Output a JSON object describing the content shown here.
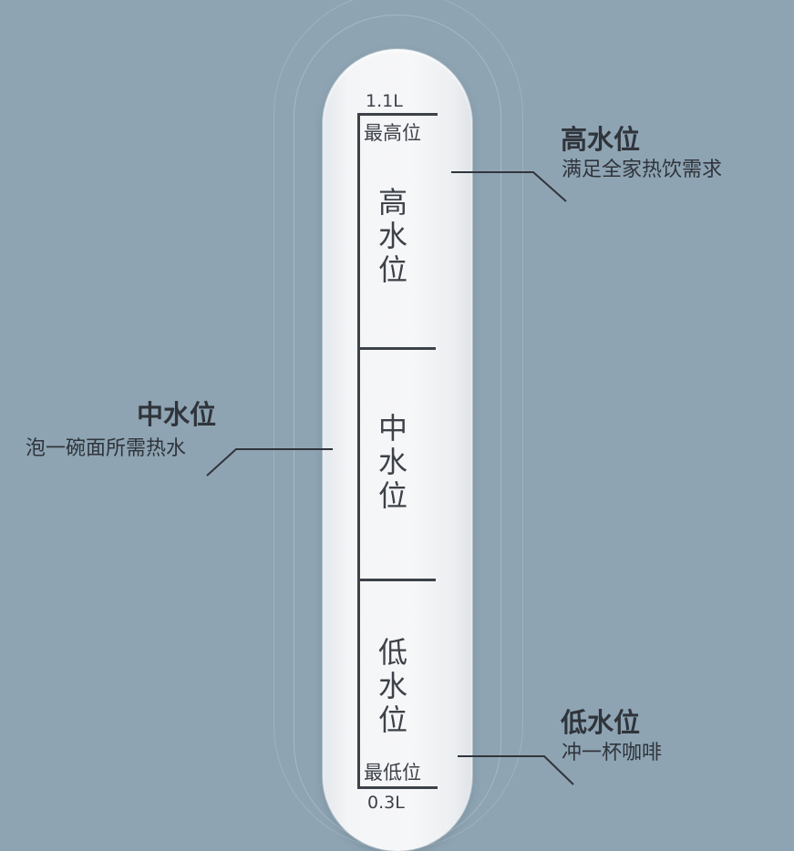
{
  "gauge": {
    "top_volume": "1.1L",
    "top_caption": "最高位",
    "bottom_caption": "最低位",
    "bottom_volume": "0.3L",
    "levels": [
      {
        "key": "high",
        "chars": [
          "高",
          "水",
          "位"
        ]
      },
      {
        "key": "mid",
        "chars": [
          "中",
          "水",
          "位"
        ]
      },
      {
        "key": "low",
        "chars": [
          "低",
          "水",
          "位"
        ]
      }
    ]
  },
  "annotations": {
    "high": {
      "title": "高水位",
      "subtitle": "满足全家热饮需求"
    },
    "mid": {
      "title": "中水位",
      "subtitle": "泡一碗面所需热水"
    },
    "low": {
      "title": "低水位",
      "subtitle": "冲一杯咖啡"
    }
  },
  "colors": {
    "background": "#8ea4b3",
    "tube": "#f4f5f7",
    "ink": "#3d4149"
  }
}
